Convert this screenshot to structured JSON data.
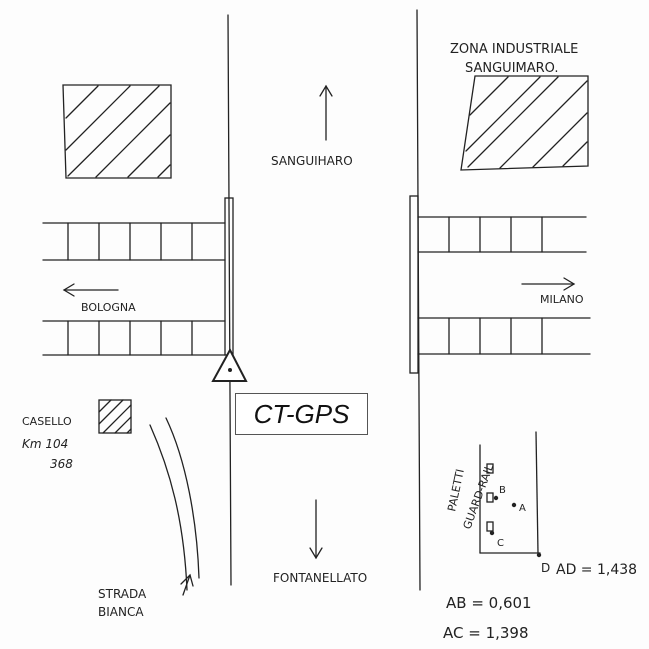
{
  "labels": {
    "zona_line1": "ZONA INDUSTRIALE",
    "zona_line2": "SANGUIMARO.",
    "sanguimaro": "SANGUIHARO",
    "bologna": "BOLOGNA",
    "milano": "MILANO",
    "casello_line1": "CASELLO",
    "casello_line2": "Km 104",
    "casello_line3": "368",
    "strada_line1": "STRADA",
    "strada_line2": "BIANCA",
    "fontanellato": "FONTANELLATO",
    "paletti_line1": "PALETTI",
    "paletti_line2": "GUARD-RAIL",
    "point_a": "A",
    "point_b": "B",
    "point_c": "C",
    "point_d": "D",
    "ad": "AD = 1,438",
    "ab": "AB = 0,601",
    "ac": "AC = 1,398",
    "ct_gps": "CT-GPS"
  },
  "colors": {
    "ink": "#222222",
    "paper": "#fdfdfd"
  }
}
